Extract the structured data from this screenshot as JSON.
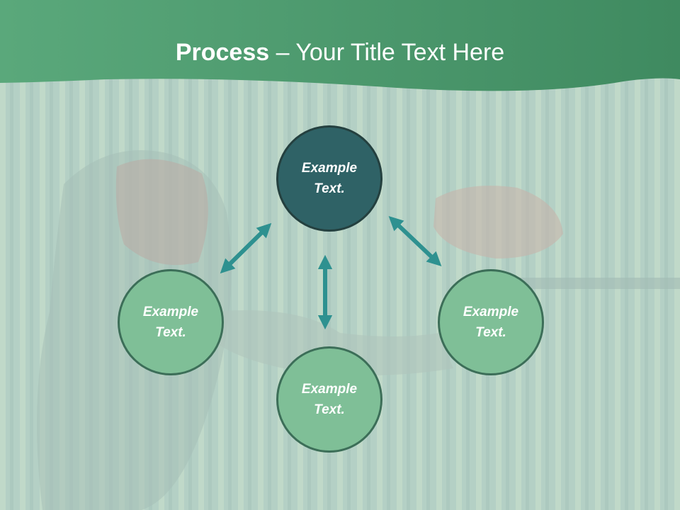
{
  "title": {
    "bold": "Process",
    "rest": " – Your Title Text Here"
  },
  "colors": {
    "header": "#4f9e72",
    "node_green": "#7fbf97",
    "node_dark": "#2f6266",
    "arrow": "#2e9190"
  },
  "nodes": [
    {
      "id": "top",
      "line1": "Example",
      "line2": "Text."
    },
    {
      "id": "left",
      "line1": "Example",
      "line2": "Text."
    },
    {
      "id": "right",
      "line1": "Example",
      "line2": "Text."
    },
    {
      "id": "bottom",
      "line1": "Example",
      "line2": "Text."
    }
  ],
  "icons": [
    "double-arrow-icon"
  ]
}
